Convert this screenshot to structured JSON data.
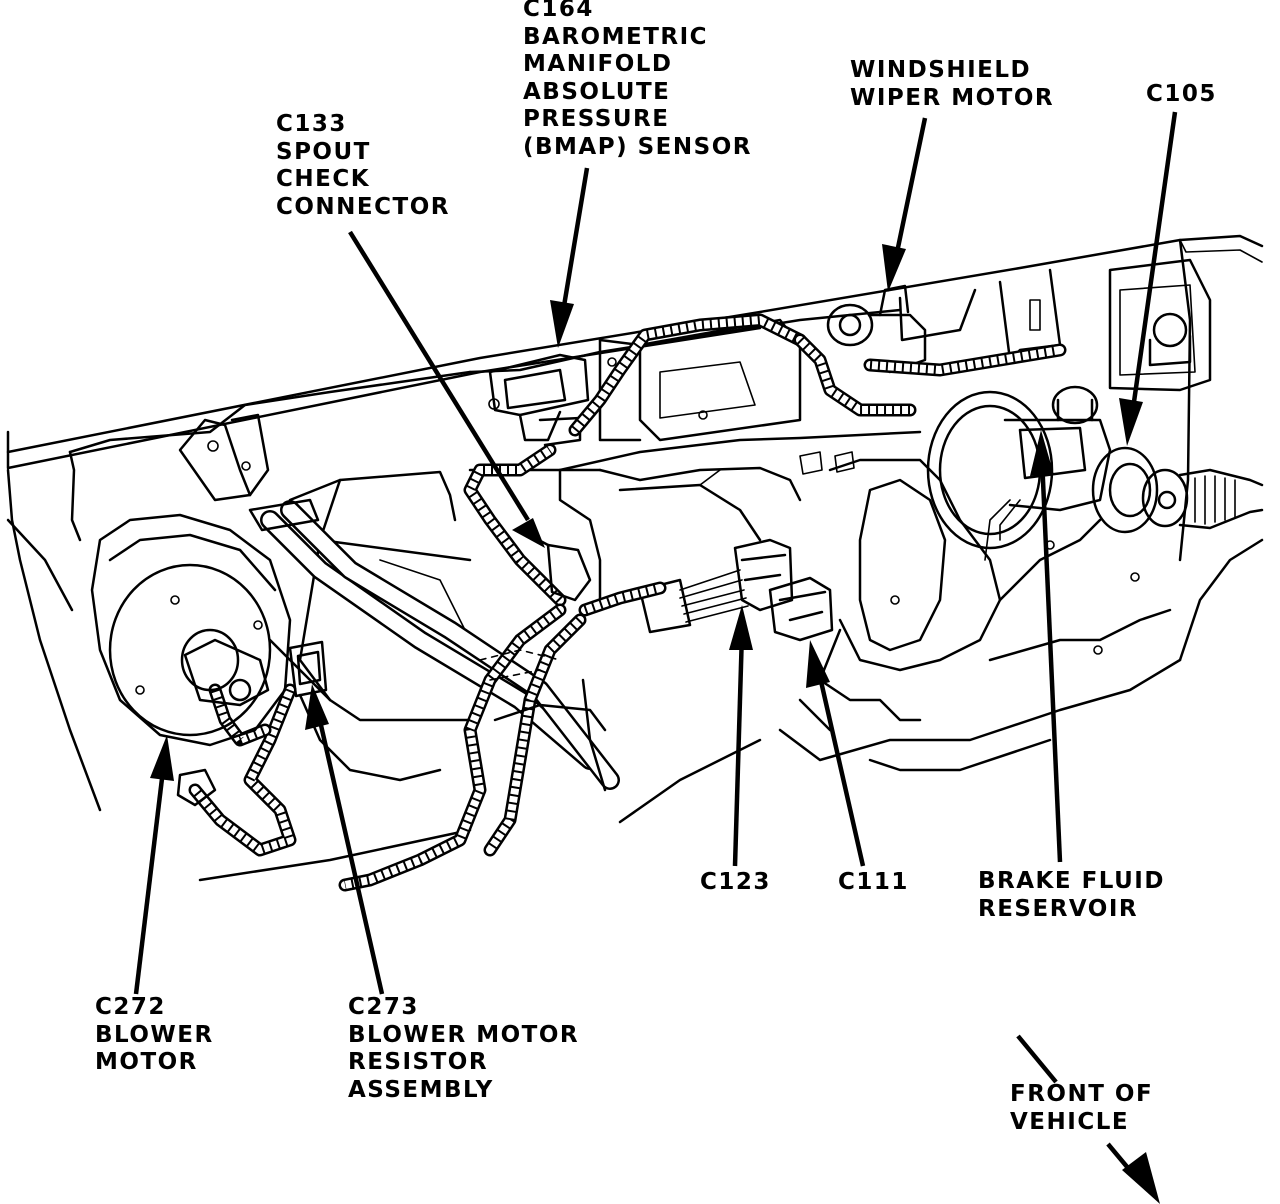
{
  "labels": {
    "c164": [
      "C164",
      "BAROMETRIC",
      "MANIFOLD",
      "ABSOLUTE",
      "PRESSURE",
      "(BMAP) SENSOR"
    ],
    "windshield": [
      "WINDSHIELD",
      "WIPER MOTOR"
    ],
    "c105": [
      "C105"
    ],
    "c133": [
      "C133",
      "SPOUT",
      "CHECK",
      "CONNECTOR"
    ],
    "c123": [
      "C123"
    ],
    "c111": [
      "C111"
    ],
    "brake": [
      "BRAKE FLUID",
      "RESERVOIR"
    ],
    "c272": [
      "C272",
      "BLOWER",
      "MOTOR"
    ],
    "c273": [
      "C273",
      "BLOWER MOTOR",
      "RESISTOR",
      "ASSEMBLY"
    ],
    "front": [
      "FRONT OF",
      "VEHICLE"
    ]
  }
}
